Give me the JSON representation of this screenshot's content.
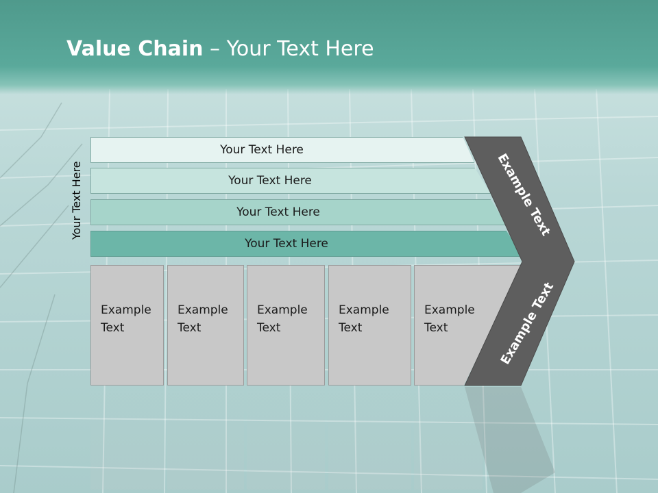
{
  "title": {
    "bold": "Value Chain",
    "rest": " – Your Text Here"
  },
  "side_label": "Your Text Here",
  "bars": [
    {
      "label": "Your Text Here"
    },
    {
      "label": "Your Text Here"
    },
    {
      "label": "Your Text Here"
    },
    {
      "label": "Your Text Here"
    }
  ],
  "boxes": [
    {
      "line1": "Example",
      "line2": "Text"
    },
    {
      "line1": "Example",
      "line2": "Text"
    },
    {
      "line1": "Example",
      "line2": "Text"
    },
    {
      "line1": "Example",
      "line2": "Text"
    },
    {
      "line1": "Example",
      "line2": "Text"
    }
  ],
  "arrow_labels": {
    "upper": "Example Text",
    "lower": "Example Text"
  },
  "colors": {
    "bar1": "#e6f3f1",
    "bar2": "#c6e4de",
    "bar3": "#a6d4ca",
    "bar4": "#6cb6a8",
    "box": "#c8c8c8",
    "arrow": "#5e5e5e",
    "header": "#5aa99b"
  }
}
